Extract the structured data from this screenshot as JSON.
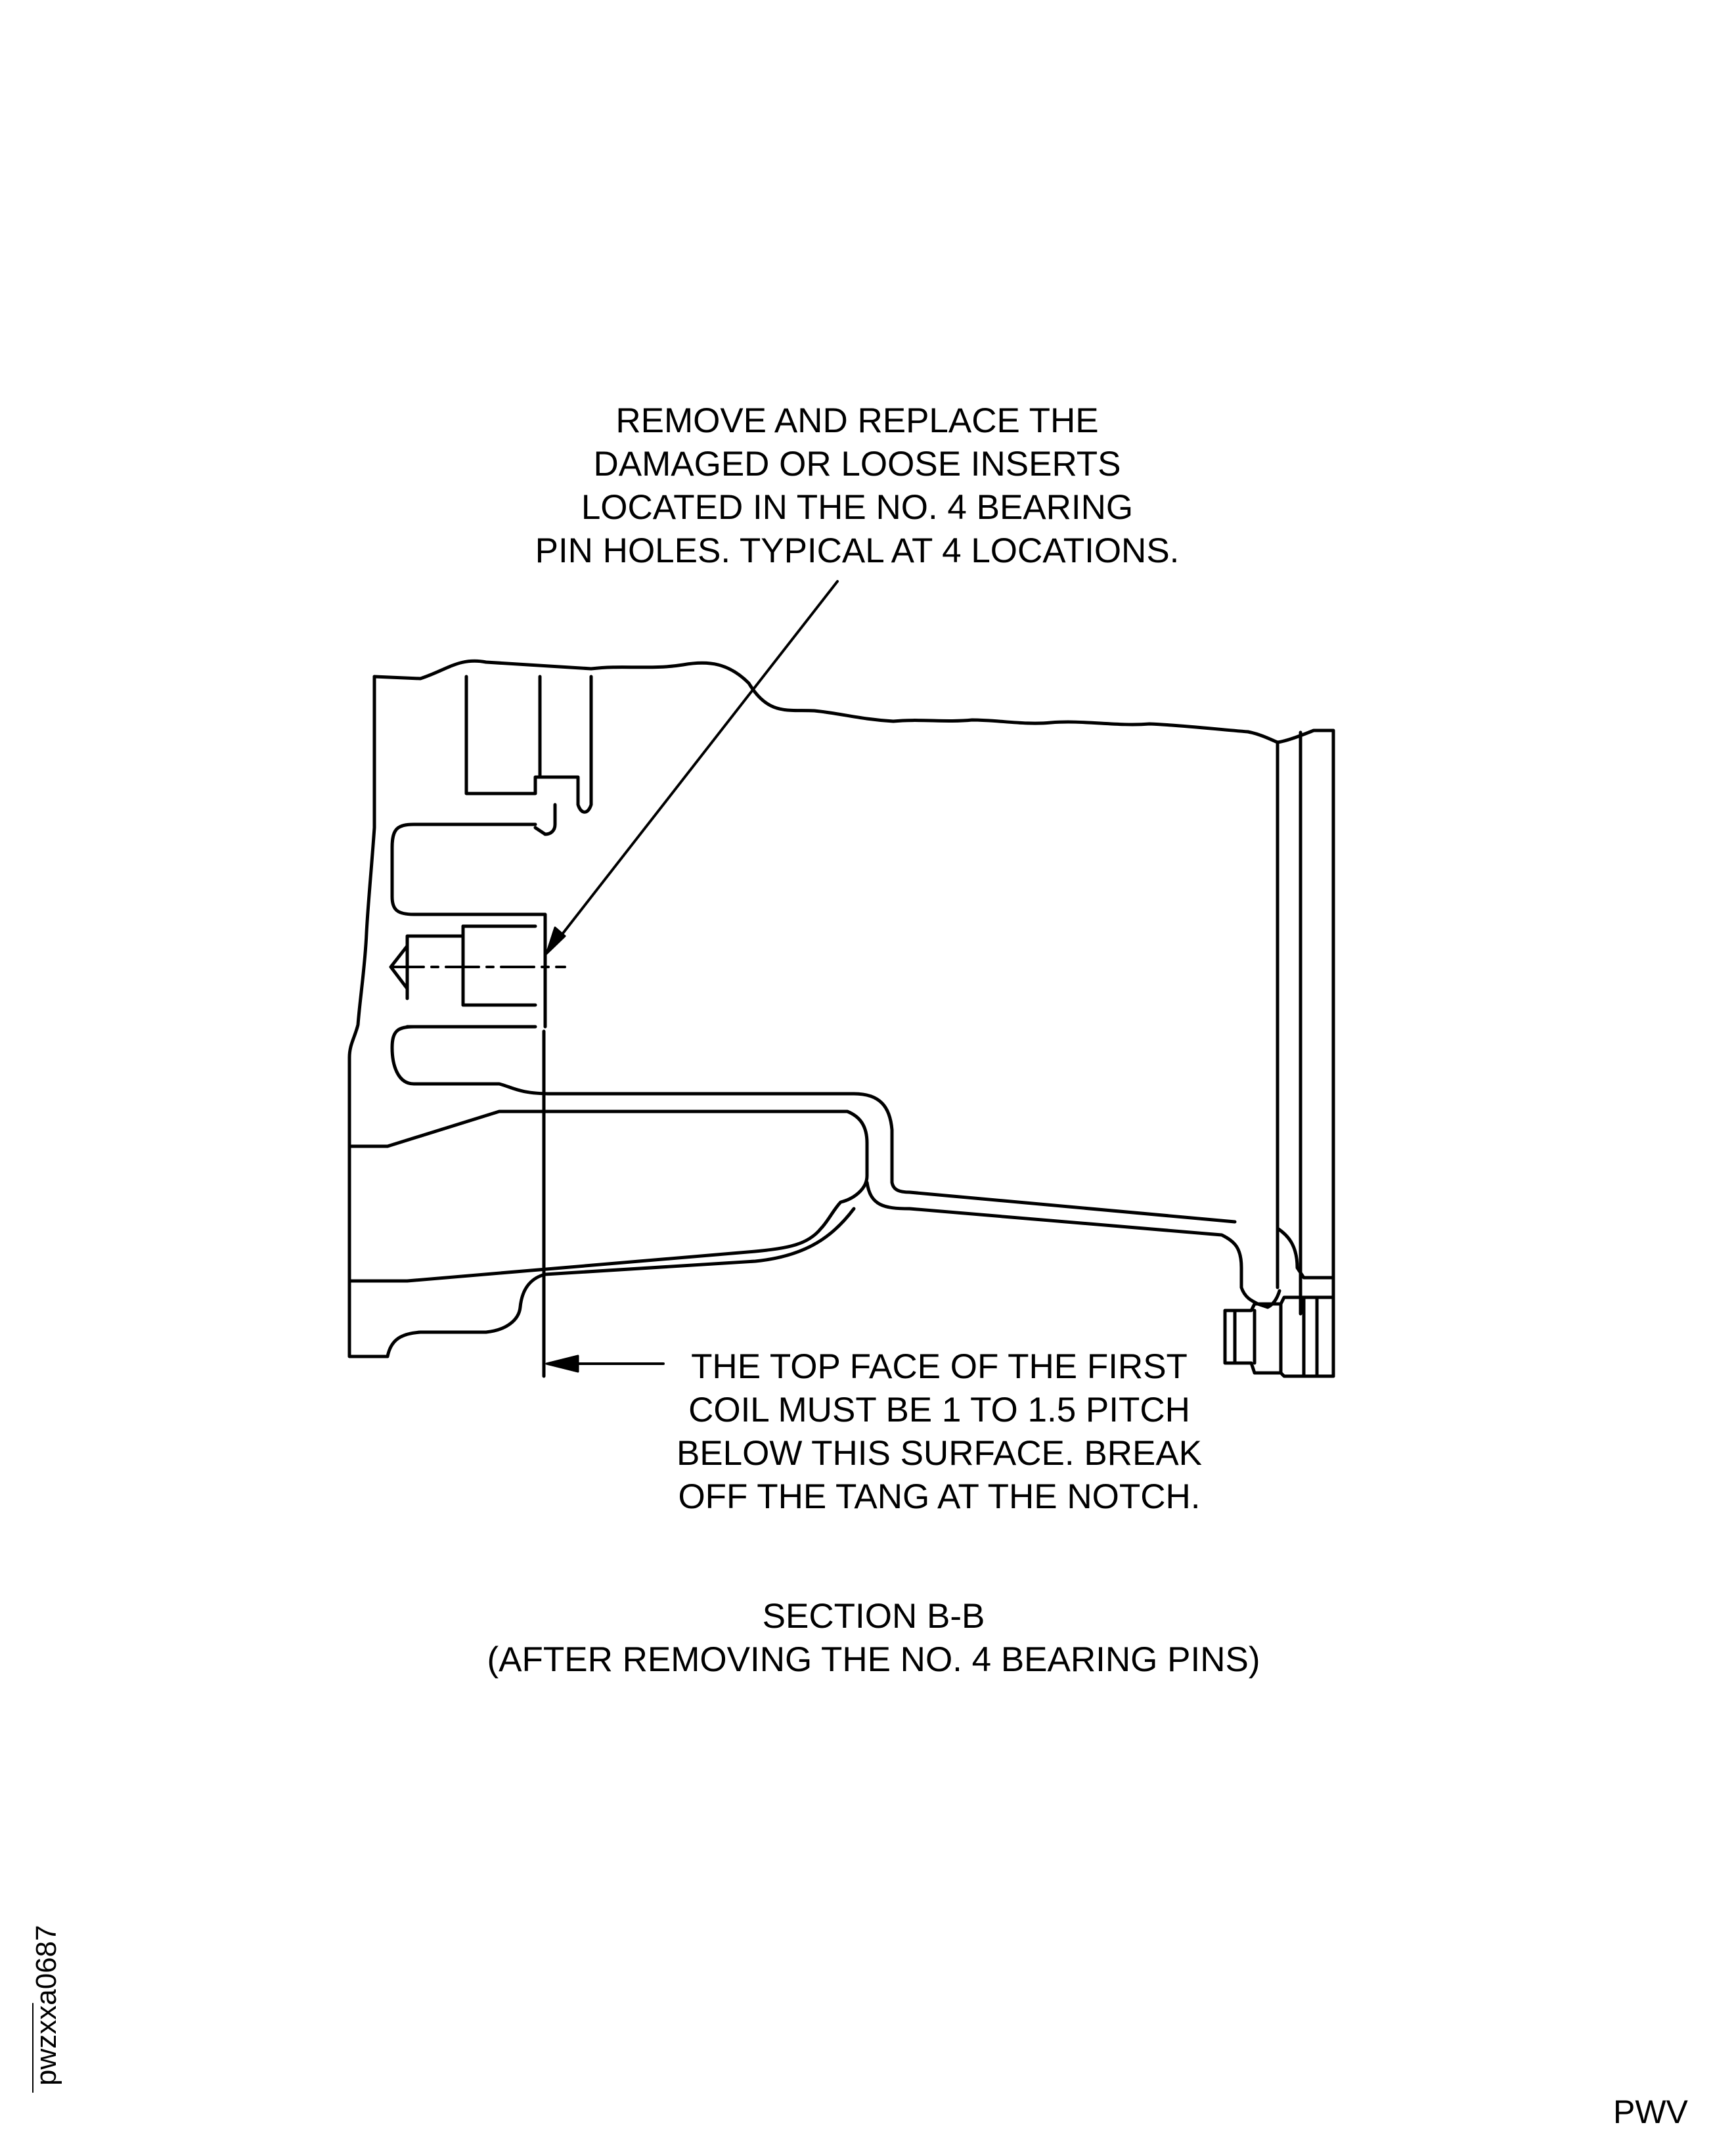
{
  "callouts": {
    "insert_note": {
      "lines": [
        "REMOVE AND REPLACE THE",
        "DAMAGED OR LOOSE INSERTS",
        "LOCATED IN THE NO. 4 BEARING",
        "PIN HOLES. TYPICAL AT 4 LOCATIONS."
      ]
    },
    "coil_note": {
      "lines": [
        "THE TOP FACE OF THE FIRST",
        "COIL MUST BE 1 TO 1.5 PITCH",
        "BELOW THIS SURFACE. BREAK",
        "OFF THE TANG AT THE NOTCH."
      ]
    }
  },
  "section": {
    "title": "SECTION B-B",
    "subtitle": "(AFTER REMOVING THE NO. 4 BEARING PINS)"
  },
  "figure_id": "pwzxxa0687",
  "doc_code": "PWV",
  "colors": {
    "line": "#000000",
    "background": "#ffffff"
  }
}
